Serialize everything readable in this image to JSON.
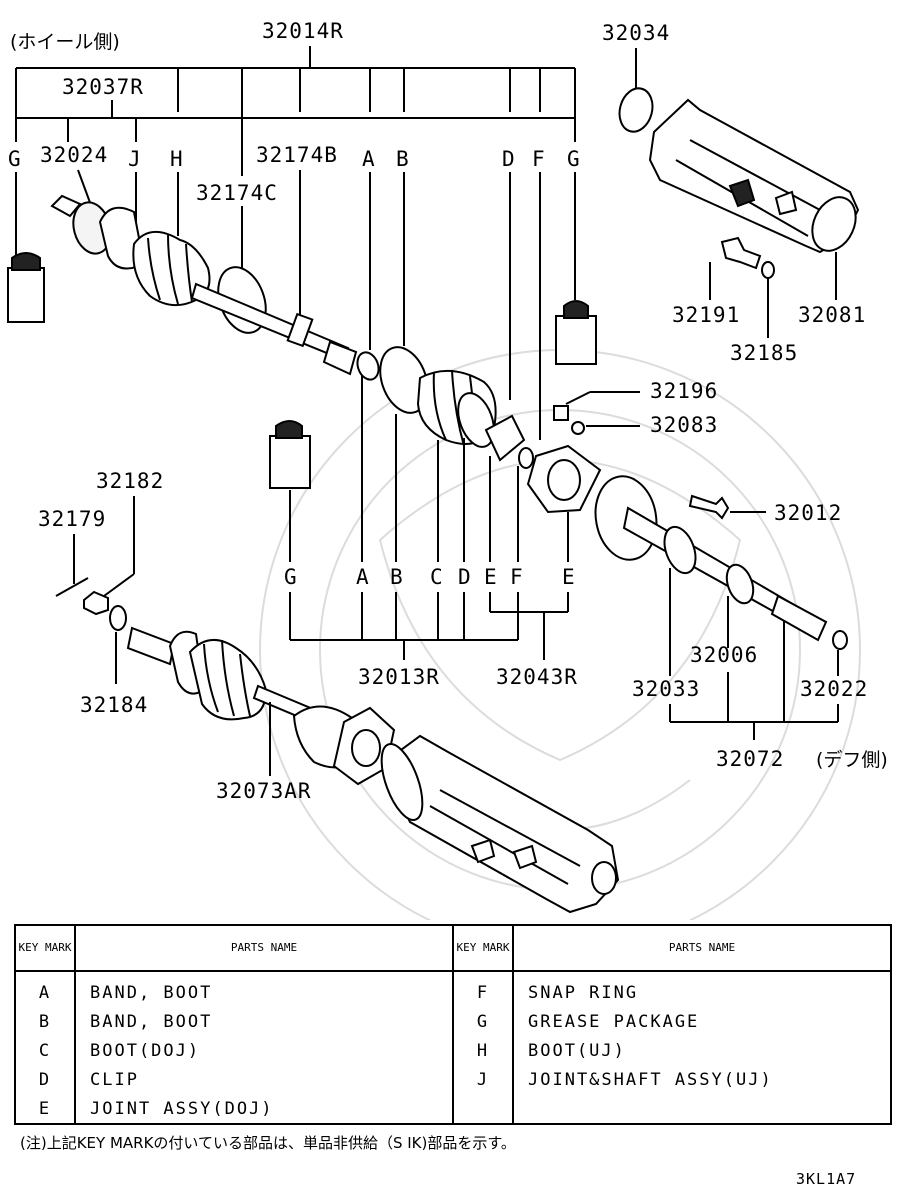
{
  "labels": {
    "wheel_side": "(ホイール側)",
    "diff_side": "(デフ側)",
    "p32014R": "32014R",
    "p32037R": "32037R",
    "p32024": "32024",
    "p32174B": "32174B",
    "p32174C": "32174C",
    "p32034": "32034",
    "p32191": "32191",
    "p32081": "32081",
    "p32185": "32185",
    "p32196": "32196",
    "p32083": "32083",
    "p32012": "32012",
    "p32182": "32182",
    "p32179": "32179",
    "p32184": "32184",
    "p32073AR": "32073AR",
    "p32013R": "32013R",
    "p32043R": "32043R",
    "p32006": "32006",
    "p32033": "32033",
    "p32022": "32022",
    "p32072": "32072",
    "key_G": "G",
    "key_J": "J",
    "key_H": "H",
    "key_A": "A",
    "key_B": "B",
    "key_C": "C",
    "key_D": "D",
    "key_E": "E",
    "key_F": "F"
  },
  "key_table": {
    "header_key": "KEY MARK",
    "header_name": "PARTS NAME",
    "left": [
      {
        "key": "A",
        "name": "BAND, BOOT"
      },
      {
        "key": "B",
        "name": "BAND, BOOT"
      },
      {
        "key": "C",
        "name": "BOOT(DOJ)"
      },
      {
        "key": "D",
        "name": "CLIP"
      },
      {
        "key": "E",
        "name": "JOINT ASSY(DOJ)"
      }
    ],
    "right": [
      {
        "key": "F",
        "name": "SNAP RING"
      },
      {
        "key": "G",
        "name": "GREASE PACKAGE"
      },
      {
        "key": "H",
        "name": "BOOT(UJ)"
      },
      {
        "key": "J",
        "name": "JOINT&SHAFT ASSY(UJ)"
      },
      {
        "key": "",
        "name": ""
      }
    ]
  },
  "note": "(注)上記KEY MARKの付いている部品は、単品非供給（S IK)部品を示す。",
  "ref_code": "3KL1A7"
}
